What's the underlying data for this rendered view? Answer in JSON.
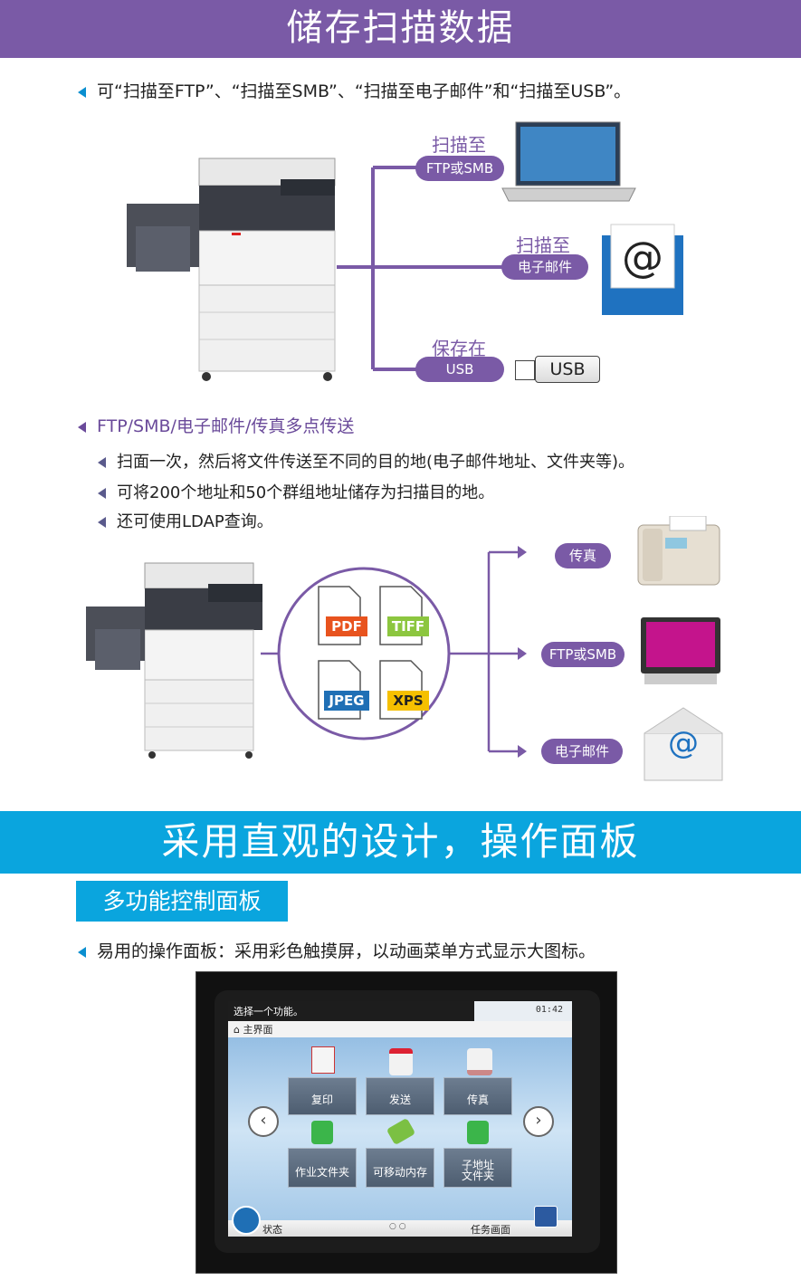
{
  "section1": {
    "title": "储存扫描数据",
    "bullet1": "可“扫描至FTP”、“扫描至SMB”、“扫描至电子邮件”和“扫描至USB”。",
    "targets": [
      {
        "heading": "扫描至",
        "pill": "FTP或SMB"
      },
      {
        "heading": "扫描至",
        "pill": "电子邮件"
      },
      {
        "heading": "保存在",
        "pill": "USB"
      }
    ],
    "usb_label": "USB",
    "bullet2": "FTP/SMB/电子邮件/传真多点传送",
    "sub_bullets": [
      "扫面一次，然后将文件传送至不同的目的地(电子邮件地址、文件夹等)。",
      "可将200个地址和50个群组地址储存为扫描目的地。",
      "还可使用LDAP查询。"
    ],
    "formats": [
      "PDF",
      "TIFF",
      "JPEG",
      "XPS"
    ],
    "destinations": [
      "传真",
      "FTP或SMB",
      "电子邮件"
    ],
    "colors": {
      "purple": "#7a5aa6",
      "blue": "#0aa5de",
      "pdf": "#e8531e",
      "tiff": "#8cc63f",
      "jpeg": "#1f6fb5",
      "xps": "#f5c000"
    }
  },
  "section2": {
    "title": "采用直观的设计，操作面板",
    "subtitle": "多功能控制面板",
    "bullet": "易用的操作面板：采用彩色触摸屏，以动画菜单方式显示大图标。"
  },
  "panel": {
    "prompt": "选择一个功能。",
    "time": "01:42",
    "home": "主界面",
    "buttons_row1": [
      "复印",
      "发送",
      "传真"
    ],
    "buttons_row2": [
      "作业文件夹",
      "可移动内存",
      "子地址\n文件夹"
    ],
    "status": "状态",
    "pages": "○ ○",
    "task": "任务画面"
  }
}
